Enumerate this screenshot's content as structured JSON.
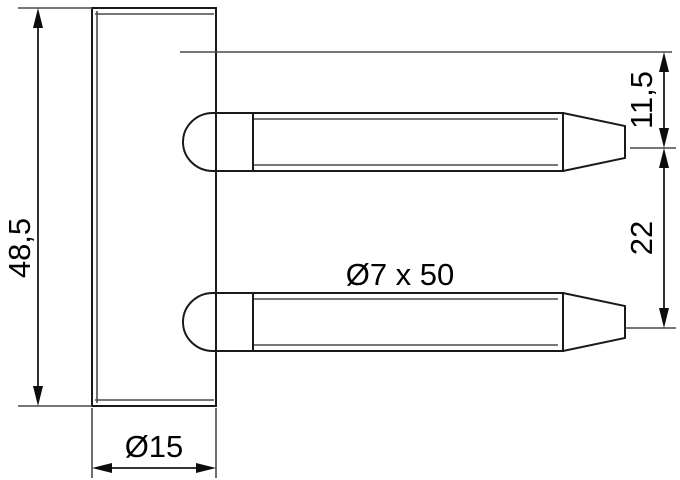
{
  "drawing": {
    "title": "Hinge pin technical drawing",
    "type": "engineering-line-drawing",
    "units": "mm",
    "background_color": "#ffffff",
    "line_color": "#1a1a1a",
    "text_color": "#000000"
  },
  "dimensions": {
    "overall_height": {
      "label": "48,5",
      "orientation": "vertical",
      "position": "left",
      "value": 48.5
    },
    "plate_width": {
      "label": "Ø15",
      "orientation": "horizontal",
      "position": "bottom",
      "value": 15
    },
    "top_offset": {
      "label": "11,5",
      "orientation": "vertical",
      "position": "right",
      "value": 11.5
    },
    "pin_spacing": {
      "label": "22",
      "orientation": "vertical",
      "position": "right",
      "value": 22
    }
  },
  "callouts": {
    "pin_spec": {
      "label": "Ø7 x 50",
      "diameter": 7,
      "length": 50,
      "position": "center"
    }
  },
  "features": {
    "plate": {
      "name": "mounting-plate",
      "shape": "rectangle-with-chamfered-edges"
    },
    "upper_pin": {
      "name": "upper-dowel-pin",
      "shape": "rounded-head-tapered-tip"
    },
    "lower_pin": {
      "name": "lower-dowel-pin",
      "shape": "rounded-head-tapered-tip"
    }
  }
}
